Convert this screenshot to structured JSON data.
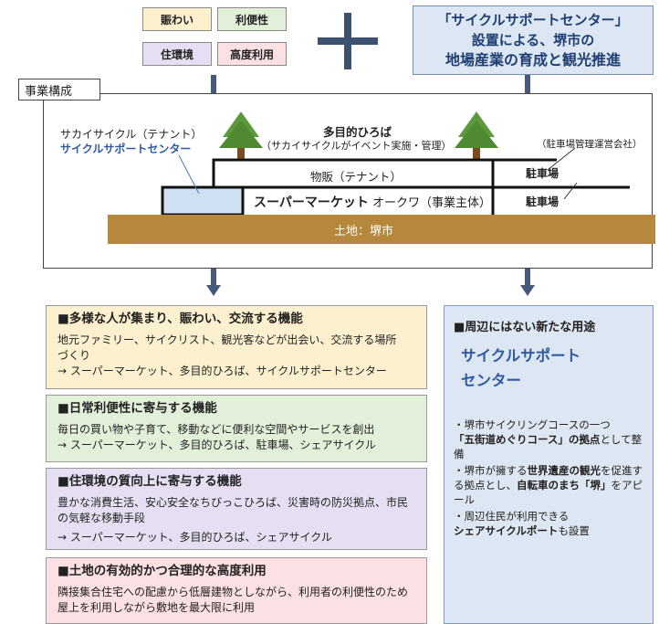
{
  "categories": {
    "nigiwai": {
      "label": "賑わい",
      "color": "#fdf0cf"
    },
    "benri": {
      "label": "利便性",
      "color": "#e2f0da"
    },
    "jukankyo": {
      "label": "住環境",
      "color": "#e6dff3"
    },
    "kodo": {
      "label": "高度利用",
      "color": "#fbe0e4"
    }
  },
  "plus_symbol": "+",
  "top_right": {
    "line1": "「サイクルサポートセンター」",
    "line2": "設置による、堺市の",
    "line3": "地場産業の育成と観光推進"
  },
  "jigyo_label": "事業構成",
  "diagram": {
    "tenant_label": "サカイサイクル（テナント）",
    "cycle_center": "サイクルサポートセンター",
    "plaza_title": "多目的ひろば",
    "plaza_sub": "（サカイサイクルがイベント実施・管理）",
    "parking_mgmt": "（駐車場管理運営会社）",
    "bupan": "物販（テナント）",
    "parking1": "駐車場",
    "supermarket": "スーパーマーケット",
    "okuwa": "オークワ（事業主体）",
    "parking2": "駐車場",
    "land": "土地：堺市"
  },
  "cards": [
    {
      "title": "■多様な人が集まり、賑わい、交流する機能",
      "body": "地元ファミリー、サイクリスト、観光客などが出会い、交流する場所づくり",
      "arrow": "→ スーパーマーケット、多目的ひろば、サイクルサポートセンター"
    },
    {
      "title": "■日常利便性に寄与する機能",
      "body": "毎日の買い物や子育て、移動などに便利な空間やサービスを創出",
      "arrow": "→ スーパーマーケット、多目的ひろば、駐車場、シェアサイクル"
    },
    {
      "title": "■住環境の質向上に寄与する機能",
      "body": "豊かな消費生活、安心安全なちびっこひろば、災害時の防災拠点、市民の気軽な移動手段",
      "arrow": "→ スーパーマーケット、多目的ひろば、シェアサイクル"
    },
    {
      "title": "■土地の有効的かつ合理的な高度利用",
      "body": "隣接集合住宅への配慮から低層建物としながら、利用者の利便性のため屋上を利用しながら敷地を最大限に利用",
      "arrow": ""
    }
  ],
  "right_panel": {
    "title": "■周辺にはない新たな用途",
    "big1": "サイクルサポート",
    "big2": "センター",
    "b1_pre": "・堺市サイクリングコースの一つ",
    "b1_bold": "「五街道めぐりコース」の拠点",
    "b1_post": "として整備",
    "b2_pre": "・堺市が擁する",
    "b2_bold1": "世界遺産の観光",
    "b2_mid": "を促進する拠点とし、",
    "b2_bold2": "自転車のまち「堺」",
    "b2_post": "をアピール",
    "b3_pre": "・周辺住民が利用できる",
    "b3_bold": "シェアサイクルポート",
    "b3_post": "も設置"
  }
}
